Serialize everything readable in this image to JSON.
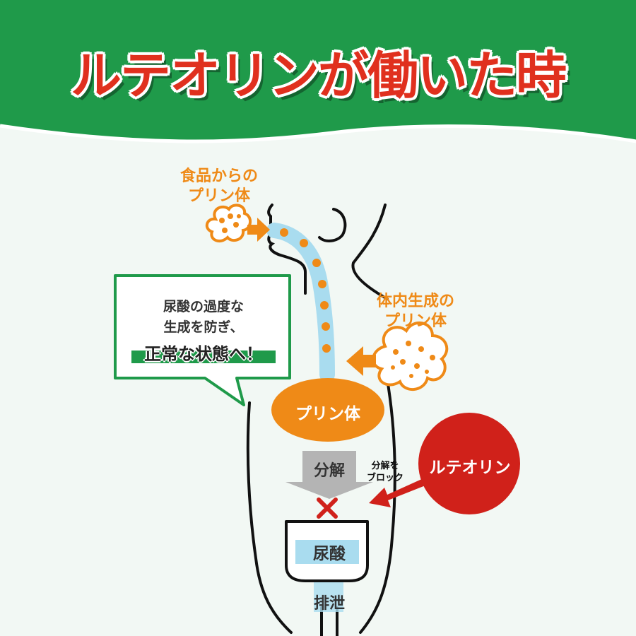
{
  "title": "ルテオリンが働いた時",
  "labels": {
    "food_purine_line1": "食品からの",
    "food_purine_line2": "プリン体",
    "internal_purine_line1": "体内生成の",
    "internal_purine_line2": "プリン体",
    "purine": "プリン体",
    "decomposition": "分解",
    "block_line1": "分解を",
    "block_line2": "ブロック",
    "luteolin": "ルテオリン",
    "uric_acid": "尿酸",
    "excretion": "排泄"
  },
  "bubble": {
    "line1": "尿酸の過度な",
    "line2": "生成を防ぎ、",
    "emphasis": "正常な状態へ！"
  },
  "colors": {
    "banner_green": "#1f9a4a",
    "orange": "#ef8a17",
    "red": "#d0211a",
    "light_blue": "#a9dcef",
    "gray": "#b4b4b4"
  }
}
